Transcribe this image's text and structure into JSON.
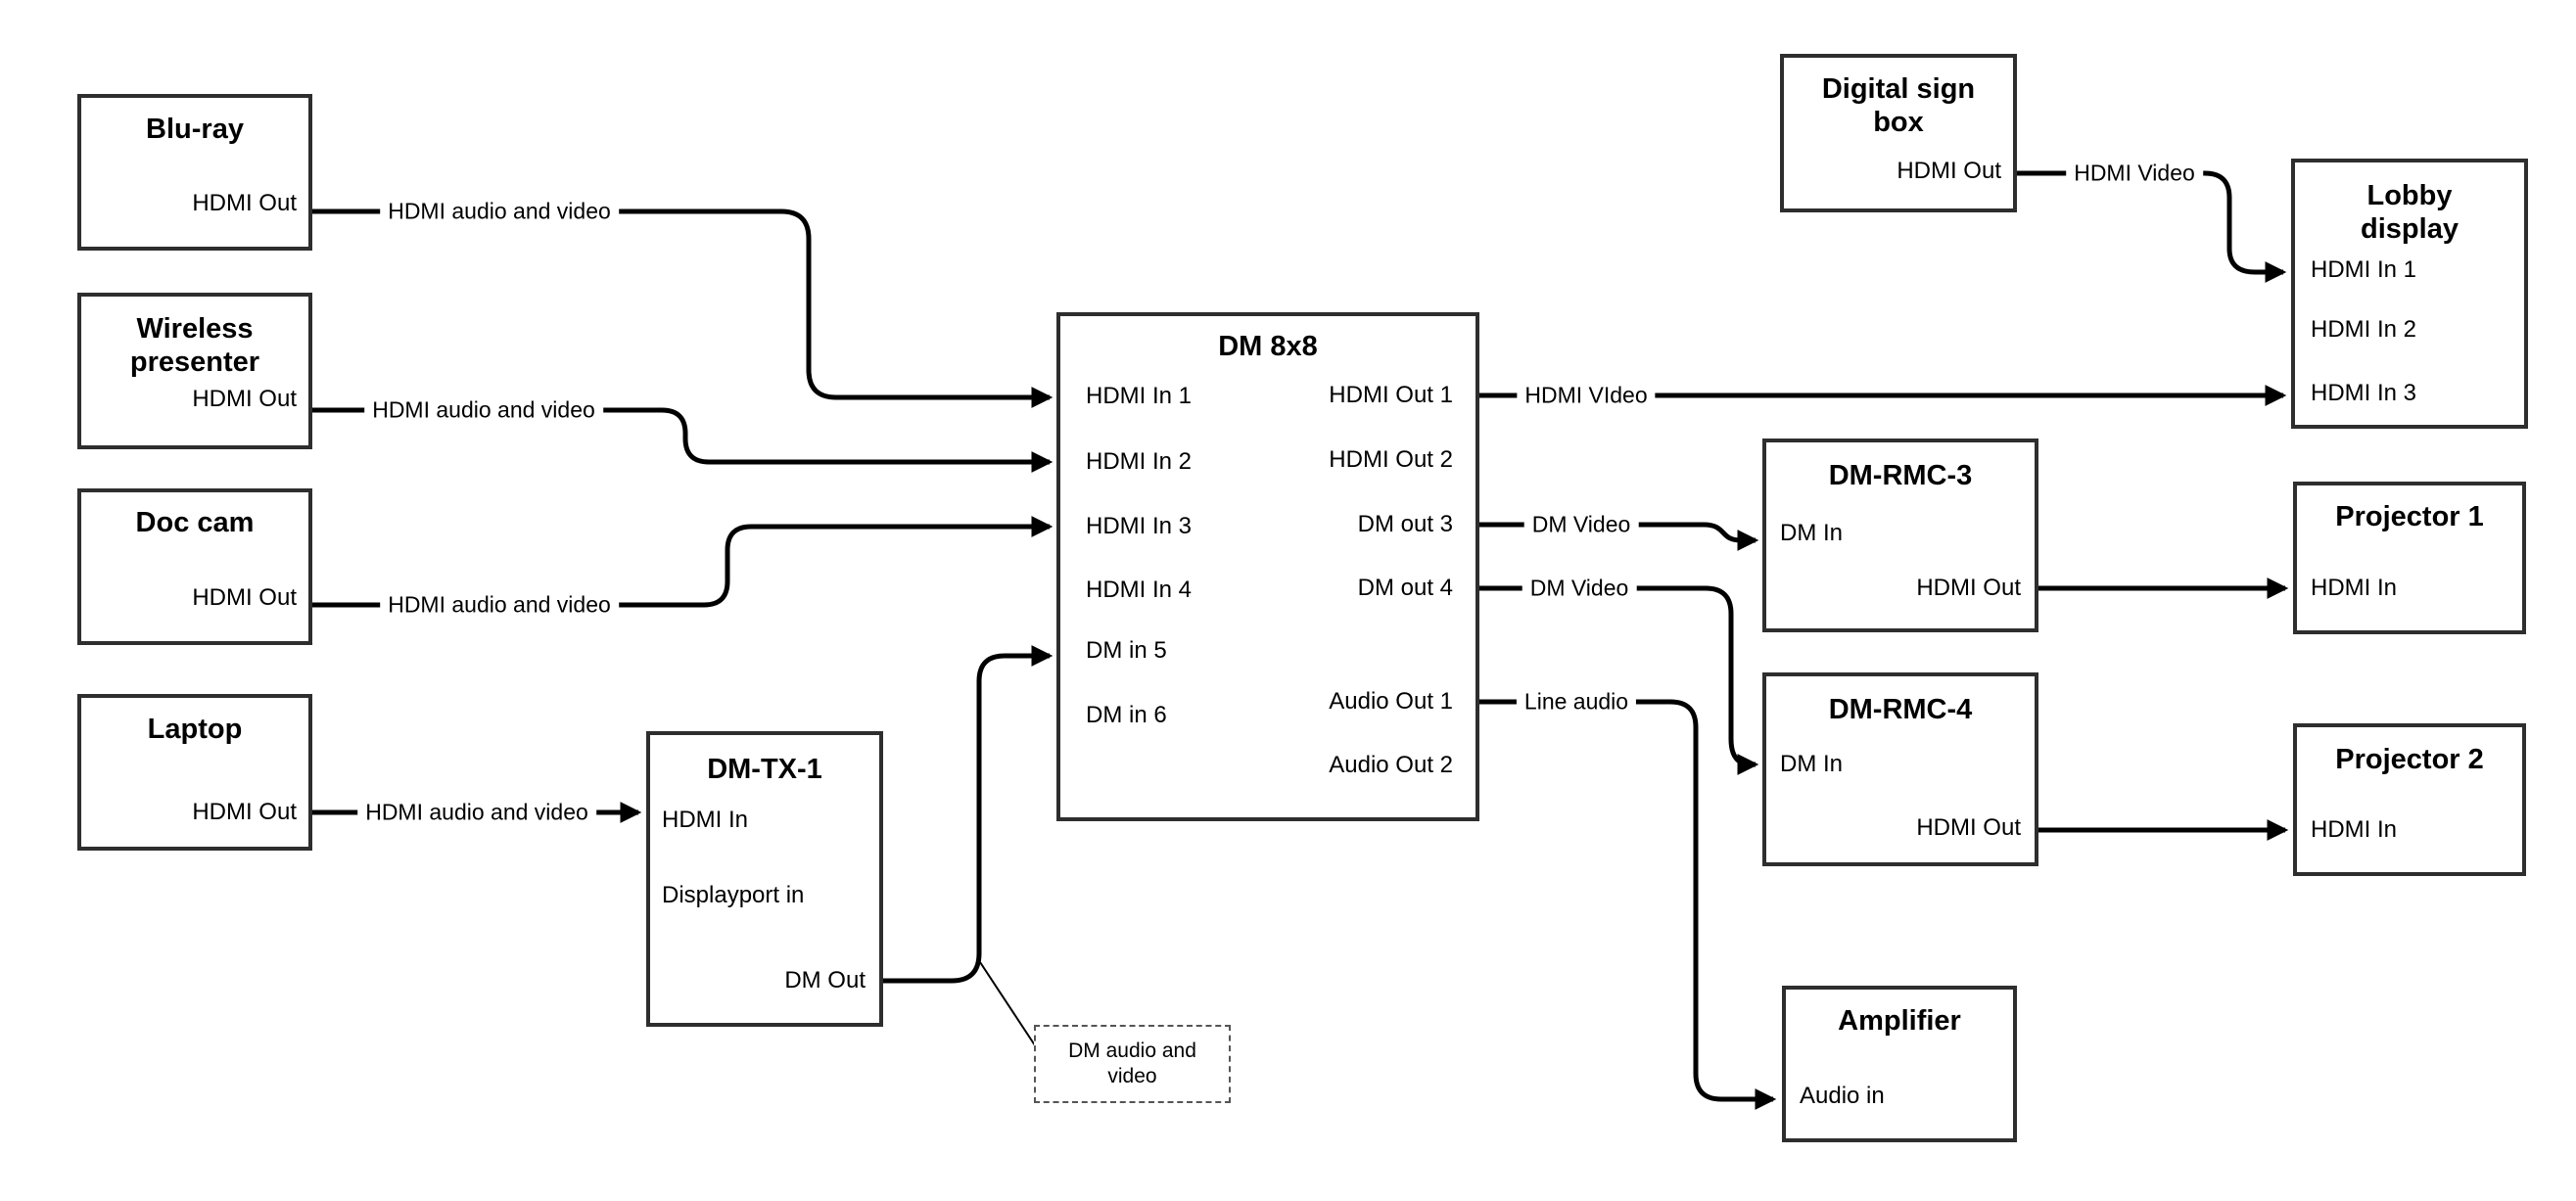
{
  "colors": {
    "ink": "#000000",
    "box_border": "#2e2e2e",
    "background": "#ffffff"
  },
  "devices": {
    "bluray": {
      "title": "Blu-ray",
      "port_hdmi_out": "HDMI Out"
    },
    "wireless": {
      "title_line1": "Wireless",
      "title_line2": "presenter",
      "port_hdmi_out": "HDMI Out"
    },
    "doccam": {
      "title": "Doc cam",
      "port_hdmi_out": "HDMI Out"
    },
    "laptop": {
      "title": "Laptop",
      "port_hdmi_out": "HDMI Out"
    },
    "dmtx1": {
      "title": "DM-TX-1",
      "port_hdmi_in": "HDMI In",
      "port_dp_in": "Displayport in",
      "port_dm_out": "DM Out"
    },
    "dm8x8": {
      "title": "DM 8x8",
      "in1": "HDMI In 1",
      "in2": "HDMI In 2",
      "in3": "HDMI In 3",
      "in4": "HDMI In 4",
      "in5": "DM in 5",
      "in6": "DM in 6",
      "out1": "HDMI Out 1",
      "out2": "HDMI Out 2",
      "out3": "DM out 3",
      "out4": "DM out 4",
      "aout1": "Audio Out 1",
      "aout2": "Audio Out 2"
    },
    "signbox": {
      "title_line1": "Digital sign",
      "title_line2": "box",
      "port_hdmi_out": "HDMI Out"
    },
    "lobby": {
      "title_line1": "Lobby",
      "title_line2": "display",
      "in1": "HDMI In 1",
      "in2": "HDMI In 2",
      "in3": "HDMI In 3"
    },
    "rmc3": {
      "title": "DM-RMC-3",
      "port_dm_in": "DM In",
      "port_hdmi_out": "HDMI Out"
    },
    "proj1": {
      "title": "Projector 1",
      "port_hdmi_in": "HDMI In"
    },
    "rmc4": {
      "title": "DM-RMC-4",
      "port_dm_in": "DM In",
      "port_hdmi_out": "HDMI Out"
    },
    "proj2": {
      "title": "Projector 2",
      "port_hdmi_in": "HDMI In"
    },
    "amp": {
      "title": "Amplifier",
      "port_audio_in": "Audio in"
    }
  },
  "wire_labels": {
    "bluray_av": "HDMI audio and video",
    "wireless_av": "HDMI audio and video",
    "doccam_av": "HDMI audio and video",
    "laptop_av": "HDMI audio and video",
    "hdmi_video_out1": "HDMI VIdeo",
    "dm_video_out3": "DM Video",
    "dm_video_out4": "DM Video",
    "line_audio": "Line audio",
    "hdmi_video_sign": "HDMI Video"
  },
  "callout": {
    "line1": "DM audio and",
    "line2": "video"
  }
}
